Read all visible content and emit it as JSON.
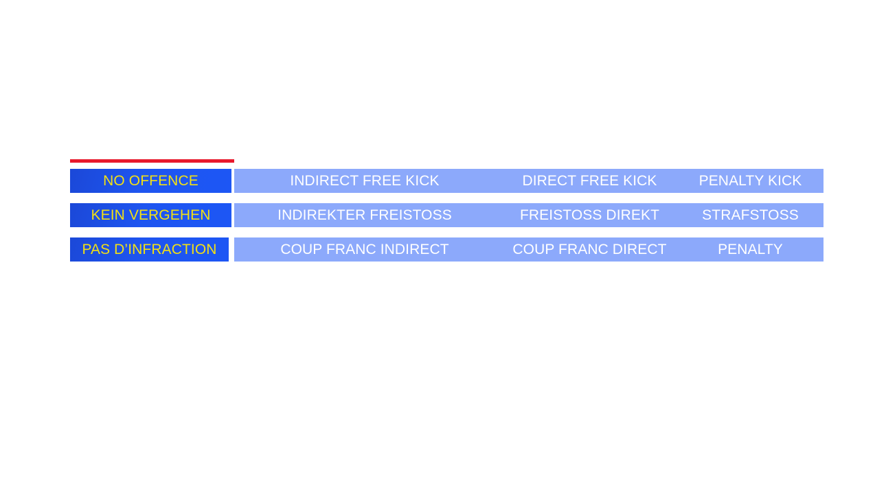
{
  "slide": {
    "accent_color": "#E8192C",
    "key_cell_bg": "#1E55F0",
    "key_text_color": "#F2E014",
    "options_cell_bg": "#8CA9FB",
    "options_text_color": "#FFFFFF",
    "background_color": "#FFFFFF"
  },
  "table": {
    "rows": [
      {
        "language": "english",
        "key": "NO OFFENCE",
        "options": [
          "INDIRECT FREE KICK",
          "DIRECT FREE KICK",
          "PENALTY KICK"
        ]
      },
      {
        "language": "german",
        "key": "KEIN VERGEHEN",
        "options": [
          "INDIREKTER FREISTOSS",
          "FREISTOSS DIREKT",
          "STRAFSTOSS"
        ]
      },
      {
        "language": "french",
        "key": "PAS D’INFRACTION",
        "options": [
          "COUP FRANC INDIRECT",
          "COUP FRANC DIRECT",
          "PENALTY"
        ]
      }
    ]
  }
}
